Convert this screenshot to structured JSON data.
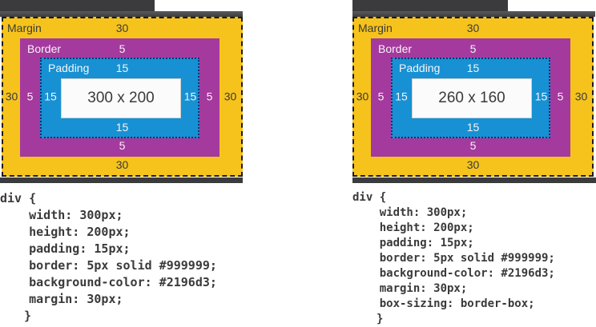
{
  "panels": {
    "left": {
      "diagram": {
        "margin_label": "Margin",
        "border_label": "Border",
        "padding_label": "Padding",
        "margin": "30",
        "border": "5",
        "padding": "15",
        "content": "300 x 200"
      },
      "code_lines": [
        "div {",
        "    width: 300px;",
        "    height: 200px;",
        "    padding: 15px;",
        "    border: 5px solid #999999;",
        "    background-color: #2196d3;",
        "    margin: 30px;",
        "}"
      ]
    },
    "right": {
      "diagram": {
        "margin_label": "Margin",
        "border_label": "Border",
        "padding_label": "Padding",
        "margin": "30",
        "border": "5",
        "padding": "15",
        "content": "260 x 160"
      },
      "code_lines": [
        "div {",
        "    width: 300px;",
        "    height: 200px;",
        "    padding: 15px;",
        "    border: 5px solid #999999;",
        "    background-color: #2196d3;",
        "    margin: 30px;",
        "    box-sizing: border-box;",
        "}"
      ]
    }
  },
  "colors": {
    "margin": "#f6c31c",
    "border": "#a43a9d",
    "padding": "#1791d3",
    "content": "#fcfbfb",
    "dark_bar": "#3b3b3d",
    "text_dark": "#3a3a3a",
    "padding_dots": "#1d2b6e"
  }
}
